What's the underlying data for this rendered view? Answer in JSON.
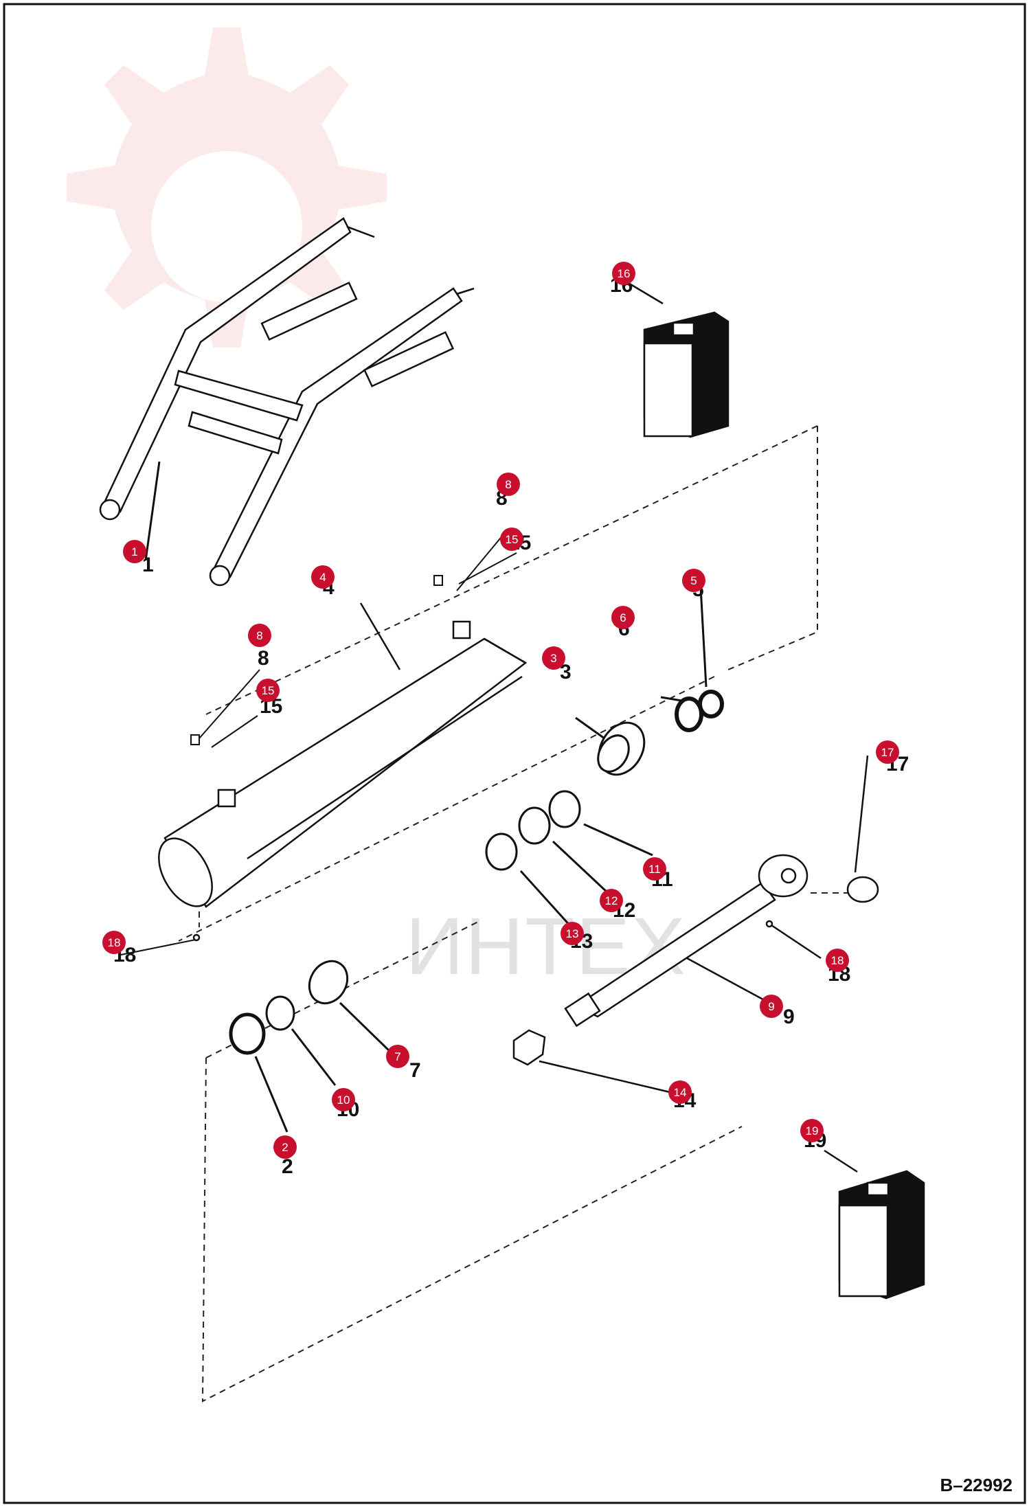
{
  "diagram": {
    "reference_code": "B–22992",
    "watermark_text": "ИНТЕХ",
    "callout_color": "#c8102e",
    "callouts": [
      {
        "label": "1"
      },
      {
        "label": "2"
      },
      {
        "label": "3"
      },
      {
        "label": "4"
      },
      {
        "label": "5"
      },
      {
        "label": "6"
      },
      {
        "label": "7"
      },
      {
        "label": "8"
      },
      {
        "label": "8"
      },
      {
        "label": "9"
      },
      {
        "label": "10"
      },
      {
        "label": "11"
      },
      {
        "label": "12"
      },
      {
        "label": "13"
      },
      {
        "label": "14"
      },
      {
        "label": "15"
      },
      {
        "label": "15"
      },
      {
        "label": "16"
      },
      {
        "label": "17"
      },
      {
        "label": "18"
      },
      {
        "label": "18"
      },
      {
        "label": "19"
      }
    ]
  }
}
